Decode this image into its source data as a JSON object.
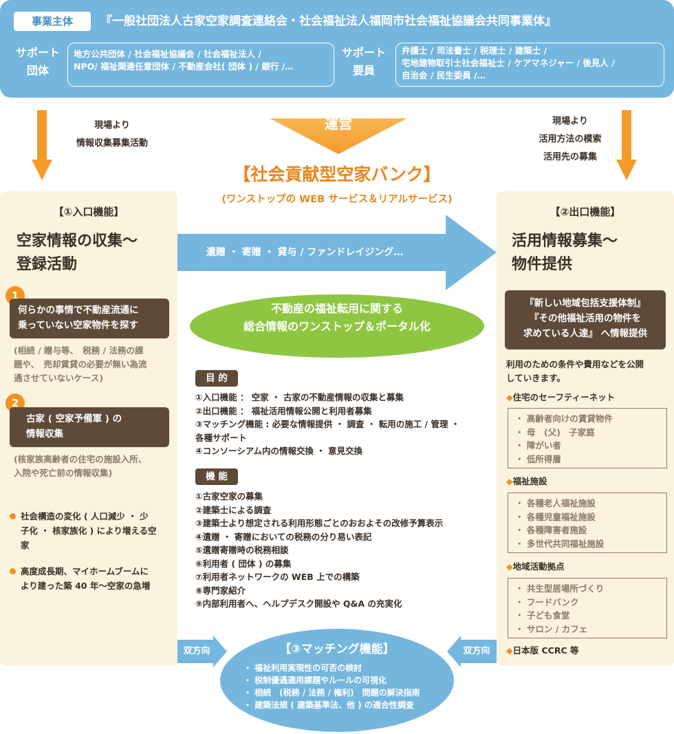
{
  "banner": {
    "org_label": "事業主体",
    "org_name": "『一般社団法人古家空家調査連絡会・社会福祉法人福岡市社会福祉協議会共同事業体』",
    "support_org_label": [
      "サポート",
      "団体"
    ],
    "support_org_text": [
      "地方公共団体 / 社会福祉協議会 / 社会福祉法人 /",
      "NPO/ 福祉関連任意団体 / 不動産会社( 団体 ) / 銀行 /…"
    ],
    "support_staff_label": [
      "サポート",
      "要員"
    ],
    "support_staff_text": [
      "弁護士 / 司法書士 / 税理士 / 建築士 /",
      "宅地建物取引士社会福祉士 / ケアマネジャー / 後見人 /",
      "自治会 / 民生委員 /…"
    ]
  },
  "notes": {
    "left": [
      "現場より",
      "情報収集募集活動"
    ],
    "right": [
      "現場より",
      "活用方法の模索",
      "活用先の募集"
    ]
  },
  "management_label": "運営",
  "bank": {
    "title": "【社会貢献型空家バンク】",
    "subtitle": "(ワンストップの WEB サービス＆リアルサービス)"
  },
  "left_panel": {
    "head": "【①入口機能】",
    "title": [
      "空家情報の収集～",
      "登録活動"
    ],
    "item1_num": "1",
    "item1_box": [
      "何らかの事情で不動産流通に",
      "乗っていない空家物件を探す"
    ],
    "item1_note": [
      "(相続 / 贈与等、　税務 / 法務の課",
      "題や、　売却賃貸の必要が無い為流",
      "通させていないケース)"
    ],
    "item2_num": "2",
    "item2_box": [
      "古家 ( 空家予備軍 ) の",
      "情報収集"
    ],
    "item2_note": [
      "(核家族高齢者の住宅の施設入所、",
      "入院や死亡前の情報収集)"
    ],
    "bullets": [
      [
        "社会構造の変化 ( 人口減少 ・ 少",
        "子化 ・ 核家族化 ) により増える空",
        "家"
      ],
      [
        "高度成長期、マイホームブームに",
        "より建った築 40 年～空家の急増"
      ]
    ]
  },
  "arrow_text": "遺贈 ・ 寄贈 ・ 貸与 / ファンドレイジング…",
  "green_oval": [
    "不動産の福祉転用に関する",
    "総合情報のワンストップ＆ポータル化"
  ],
  "purpose": {
    "tag": "目 的",
    "lines": [
      "①入口機能 ： 空家 ・ 古家の不動産情報の収集と募集",
      "②出口機能 ： 福祉活用情報公開と利用者募集",
      "③マッチング機能 : 必要な情報提供 ・ 調査 ・ 転用の施工 / 管理 ・",
      "各種サポート",
      "④コンソーシアム内の情報交換 ・ 意見交換"
    ]
  },
  "functions": {
    "tag": "機 能",
    "lines": [
      "①古家空家の募集",
      "②建築士による調査",
      "③建築士より想定される利用形態ごとのおおよその改修予算表示",
      "④遺贈 ・ 寄贈においての税務の分り易い表記",
      "⑤遺贈寄贈時の税務相談",
      "⑥利用者 ( 団体 ) の募集",
      "⑦利用者ネットワークの WEB 上での構築",
      "⑧専門家紹介",
      "⑨内部利用者へ、ヘルプデスク開設や Q&A の充実化"
    ]
  },
  "right_panel": {
    "head": "【②出口機能】",
    "title": [
      "活用情報募集～",
      "物件提供"
    ],
    "box": [
      "『新しい地域包括支援体制』",
      "『その他福祉活用の物件を",
      "求めている人達』 へ情報提供"
    ],
    "desc": [
      "利用のための条件や費用などを公開",
      "していきます。"
    ],
    "sections": [
      {
        "head": "住宅のセーフティーネット",
        "items": [
          "・ 高齢者向けの賃貸物件",
          "・ 母　(父)　子家庭",
          "・ 障がい者",
          "・ 低所得層"
        ]
      },
      {
        "head": "福祉施設",
        "items": [
          "・ 各種老人福祉施設",
          "・ 各種児童福祉施設",
          "・ 各種障害者施設",
          "・ 多世代共同福祉施設"
        ]
      },
      {
        "head": "地域活動拠点",
        "items": [
          "・ 共生型居場所づくり",
          "・ フードバンク",
          "・ 子ども食堂",
          "・ サロン / カフェ"
        ]
      }
    ],
    "last": "日本版 CCRC 等"
  },
  "bidirectional": "双方向",
  "matching": {
    "title": "【③マッチング機能】",
    "items": [
      "・ 福祉利用実現性の可否の検討",
      "・ 税制優遇適用課題やルールの可視化",
      "・ 相続　(税務 / 法務 / 権利)　問題の解決指南",
      "・ 建築法規 ( 建築基準法、他 ) の適合性調査"
    ]
  },
  "colors": {
    "blue": "#74b6dd",
    "orange": "#f39b2a",
    "brown": "#5d4a38",
    "green": "#8ec641",
    "cream": "#fcf3df"
  }
}
